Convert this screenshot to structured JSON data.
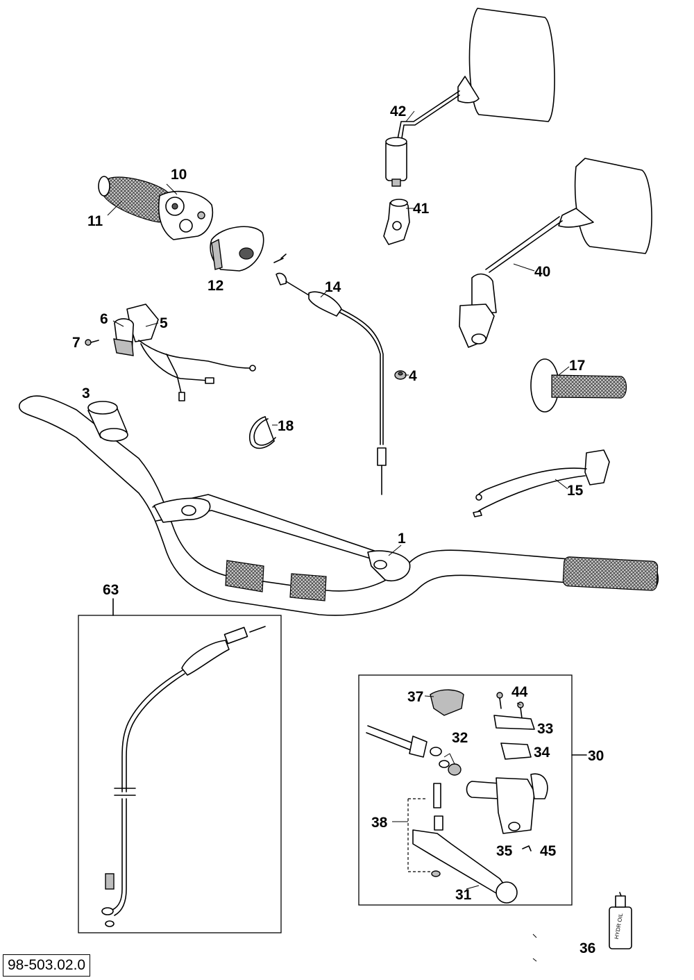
{
  "diagram": {
    "reference_code": "98-503.02.0",
    "part_labels": [
      "1",
      "3",
      "4",
      "5",
      "6",
      "7",
      "10",
      "11",
      "12",
      "14",
      "15",
      "17",
      "18",
      "30",
      "31",
      "32",
      "33",
      "34",
      "35",
      "36",
      "37",
      "38",
      "40",
      "41",
      "42",
      "44",
      "45",
      "63"
    ],
    "oil_bottle_text": "HYDR OIL"
  }
}
